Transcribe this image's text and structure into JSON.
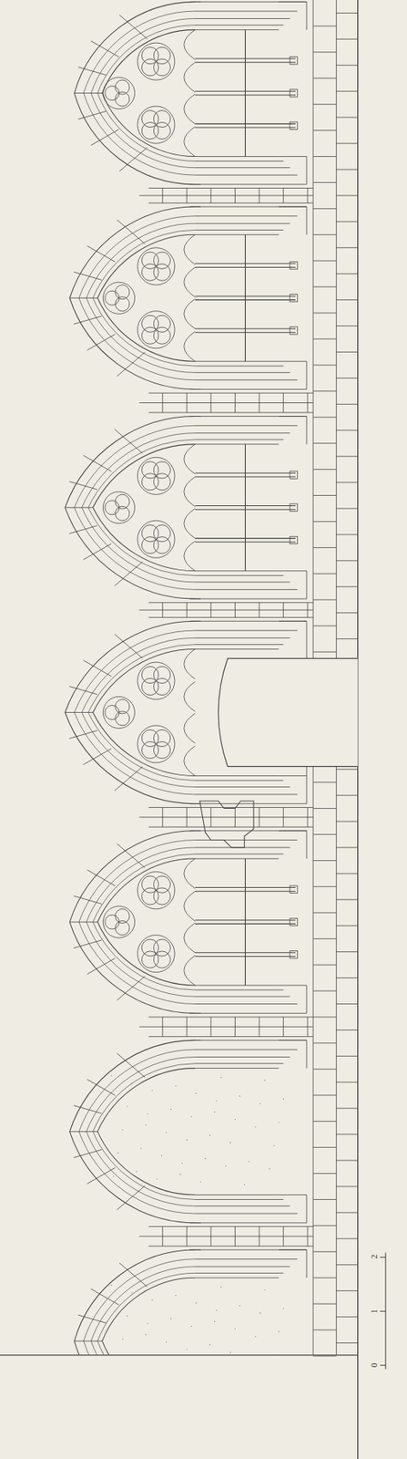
{
  "diagram": {
    "labels": [
      "2",
      "1",
      "0"
    ]
  }
}
